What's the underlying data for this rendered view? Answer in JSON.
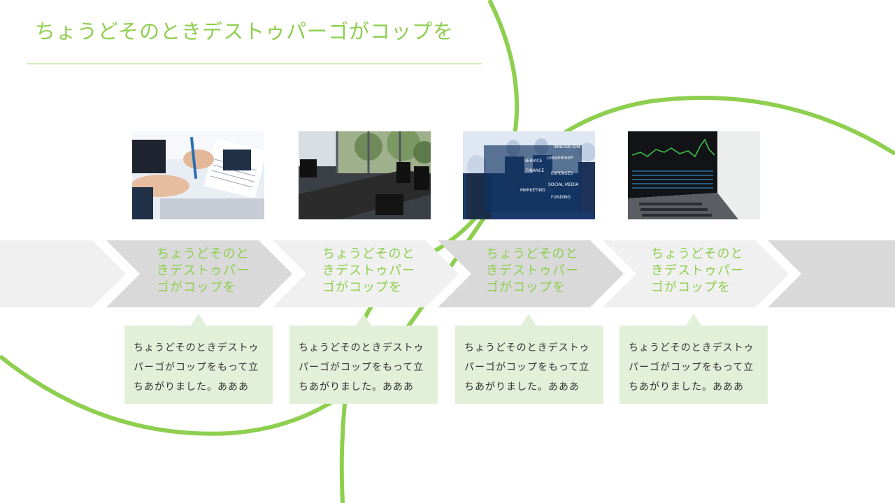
{
  "title": "ちょうどそのときデストゥパーゴがコップを",
  "colors": {
    "accent": "#8ecf4f",
    "chevron_light": "#f0f0f0",
    "chevron_dark": "#d9d9d9",
    "card_bg": "#e2efd9",
    "card_text": "#333333"
  },
  "steps": [
    {
      "label": "ちょうどそのときデストゥパーゴがコップを",
      "text": "ちょうどそのときデストゥパーゴがコップをもって立ちあがりました。あああ",
      "photo": "business-handshake-documents-photo"
    },
    {
      "label": "ちょうどそのときデストゥパーゴがコップを",
      "text": "ちょうどそのときデストゥパーゴがコップをもって立ちあがりました。あああ",
      "photo": "conference-room-photo"
    },
    {
      "label": "ちょうどそのときデストゥパーゴがコップを",
      "text": "ちょうどそのときデストゥパーゴがコップをもって立ちあがりました。あああ",
      "photo": "team-meeting-collage-photo",
      "overlay_words": [
        "SERVICE",
        "INNOVATION",
        "LEADERSHIP",
        "FINANCE",
        "EXPENSES",
        "SOCIAL MEDIA",
        "FUNDING",
        "MARKETING"
      ]
    },
    {
      "label": "ちょうどそのときデストゥパーゴがコップを",
      "text": "ちょうどそのときデストゥパーゴがコップをもって立ちあがりました。あああ",
      "photo": "laptop-stock-chart-photo"
    }
  ]
}
